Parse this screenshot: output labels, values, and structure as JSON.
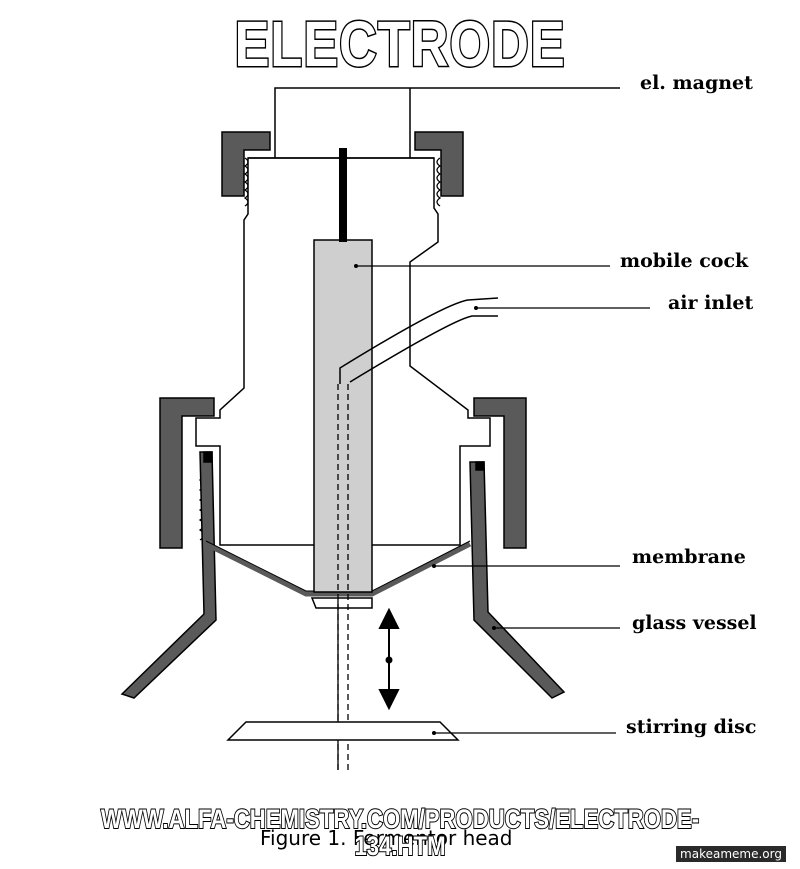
{
  "meme": {
    "top_text": "ELECTRODE",
    "bottom_text": "WWW.ALFA-CHEMISTRY.COM/PRODUCTS/ELECTRODE-134.HTM"
  },
  "diagram": {
    "labels": {
      "el_magnet": "el. magnet",
      "mobile_cock": "mobile cock",
      "air_inlet": "air inlet",
      "membrane": "membrane",
      "glass_vessel": "glass vessel",
      "stirring_disc": "stirring disc"
    },
    "caption": "Figure 1. Fermentor head",
    "colors": {
      "dark_gray": "#5a5a5a",
      "light_gray": "#cfcfcf",
      "line": "#000000"
    }
  },
  "watermark": "makeameme.org"
}
